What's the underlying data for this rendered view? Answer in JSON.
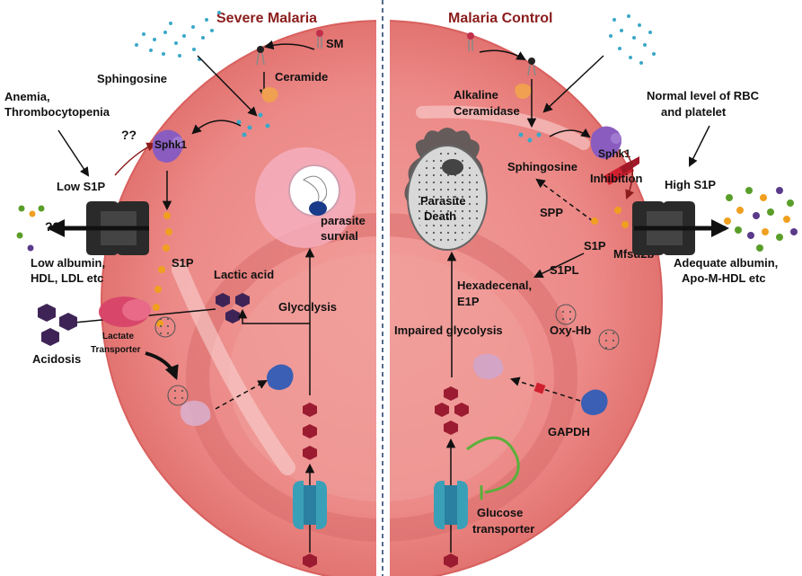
{
  "left_panel": {
    "title": "Severe Malaria",
    "labels": {
      "sm": "SM",
      "sphingosine": "Sphingosine",
      "ceramide": "Ceramide",
      "anemia_line1": "Anemia,",
      "anemia_line2": "Thrombocytopenia",
      "question_top": "??",
      "sphk1": "Sphk1",
      "low_s1p": "Low S1P",
      "question_left": "??",
      "low_albumin_line1": "Low albumin,",
      "low_albumin_line2": "HDL, LDL etc",
      "s1p": "S1P",
      "lactic_acid": "Lactic acid",
      "glycolysis": "Glycolysis",
      "parasite_survival_line1": "parasite",
      "parasite_survival_line2": "survial",
      "acidosis": "Acidosis",
      "lactate_line1": "Lactate",
      "lactate_line2": "Transporter"
    }
  },
  "right_panel": {
    "title": "Malaria Control",
    "labels": {
      "alkaline_line1": "Alkaline",
      "alkaline_line2": "Ceramidase",
      "normal_rbc_line1": "Normal level of RBC",
      "normal_rbc_line2": "and platelet",
      "parasite_death_line1": "Parasite",
      "parasite_death_line2": "Death",
      "sphk1": "Sphk1",
      "sphingosine": "Sphingosine",
      "inhibition": "Inhibition",
      "high_s1p": "High S1P",
      "spp": "SPP",
      "s1p": "S1P",
      "mfsd2b": "Mfsd2b",
      "s1pl": "S1PL",
      "hexadecenal_line1": "Hexadecenal,",
      "hexadecenal_line2": "E1P",
      "adequate_line1": "Adequate  albumin,",
      "adequate_line2": "Apo-M-HDL etc",
      "impaired_glycolysis": "Impaired glycolysis",
      "oxy_hb": "Oxy-Hb",
      "gapdh": "GAPDH",
      "glucose_line1": "Glucose",
      "glucose_line2": "transporter"
    }
  },
  "colors": {
    "cell": "#ec8a88",
    "cell_inner": "#f2a3a0",
    "title": "#8b1c1c",
    "hexagon": "#9b1c31",
    "lactate": "#3e2456",
    "sphk": "#8a5cc0",
    "ceramidase": "#f0a050",
    "channel": "#2a2a2a",
    "glucose_transporter": "#3aa0b8",
    "gapdh": "#3a5fb5",
    "s1p_dot": "#f0a020",
    "text": "#111111"
  }
}
